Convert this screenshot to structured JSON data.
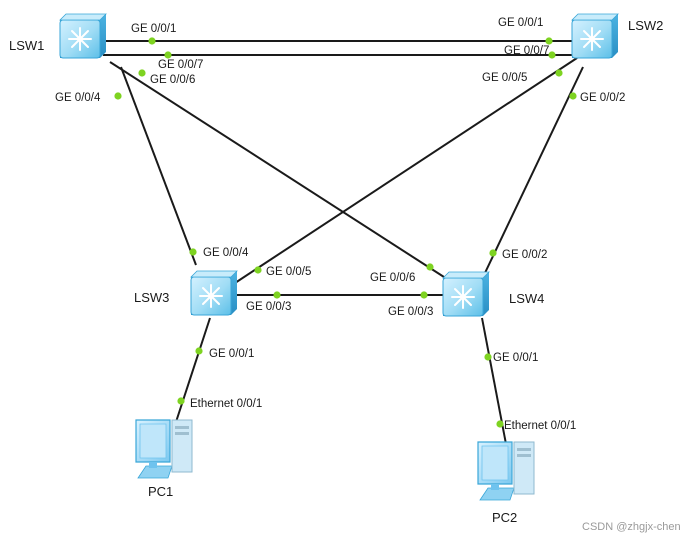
{
  "devices": {
    "lsw1": {
      "name": "LSW1",
      "icon": "switch-icon"
    },
    "lsw2": {
      "name": "LSW2",
      "icon": "switch-icon"
    },
    "lsw3": {
      "name": "LSW3",
      "icon": "switch-icon"
    },
    "lsw4": {
      "name": "LSW4",
      "icon": "switch-icon"
    },
    "pc1": {
      "name": "PC1",
      "icon": "pc-icon"
    },
    "pc2": {
      "name": "PC2",
      "icon": "pc-icon"
    }
  },
  "links": [
    {
      "id": "lsw1-lsw2-a",
      "from": "LSW1",
      "from_port": "GE 0/0/1",
      "to": "LSW2",
      "to_port": "GE 0/0/1"
    },
    {
      "id": "lsw1-lsw2-b",
      "from": "LSW1",
      "from_port": "GE 0/0/7",
      "to": "LSW2",
      "to_port": "GE 0/0/7"
    },
    {
      "id": "lsw1-lsw3",
      "from": "LSW1",
      "from_port": "GE 0/0/4",
      "to": "LSW3",
      "to_port": "GE 0/0/4"
    },
    {
      "id": "lsw1-lsw4",
      "from": "LSW1",
      "from_port": "GE 0/0/6",
      "to": "LSW4",
      "to_port": "GE 0/0/6"
    },
    {
      "id": "lsw2-lsw3",
      "from": "LSW2",
      "from_port": "GE 0/0/5",
      "to": "LSW3",
      "to_port": "GE 0/0/5"
    },
    {
      "id": "lsw2-lsw4",
      "from": "LSW2",
      "from_port": "GE 0/0/2",
      "to": "LSW4",
      "to_port": "GE 0/0/2"
    },
    {
      "id": "lsw3-lsw4",
      "from": "LSW3",
      "from_port": "GE 0/0/3",
      "to": "LSW4",
      "to_port": "GE 0/0/3"
    },
    {
      "id": "lsw3-pc1",
      "from": "LSW3",
      "from_port": "GE 0/0/1",
      "to": "PC1",
      "to_port": "Ethernet 0/0/1"
    },
    {
      "id": "lsw4-pc2",
      "from": "LSW4",
      "from_port": "GE 0/0/1",
      "to": "PC2",
      "to_port": "Ethernet 0/0/1"
    }
  ],
  "watermark": "CSDN @zhgjx-chen",
  "colors": {
    "link": "#1a1a1a",
    "port_dot": "#7ed321",
    "switch_face": "#9fdcf5",
    "switch_edge": "#3aa6d8",
    "pc_blue": "#6fc3ee"
  }
}
